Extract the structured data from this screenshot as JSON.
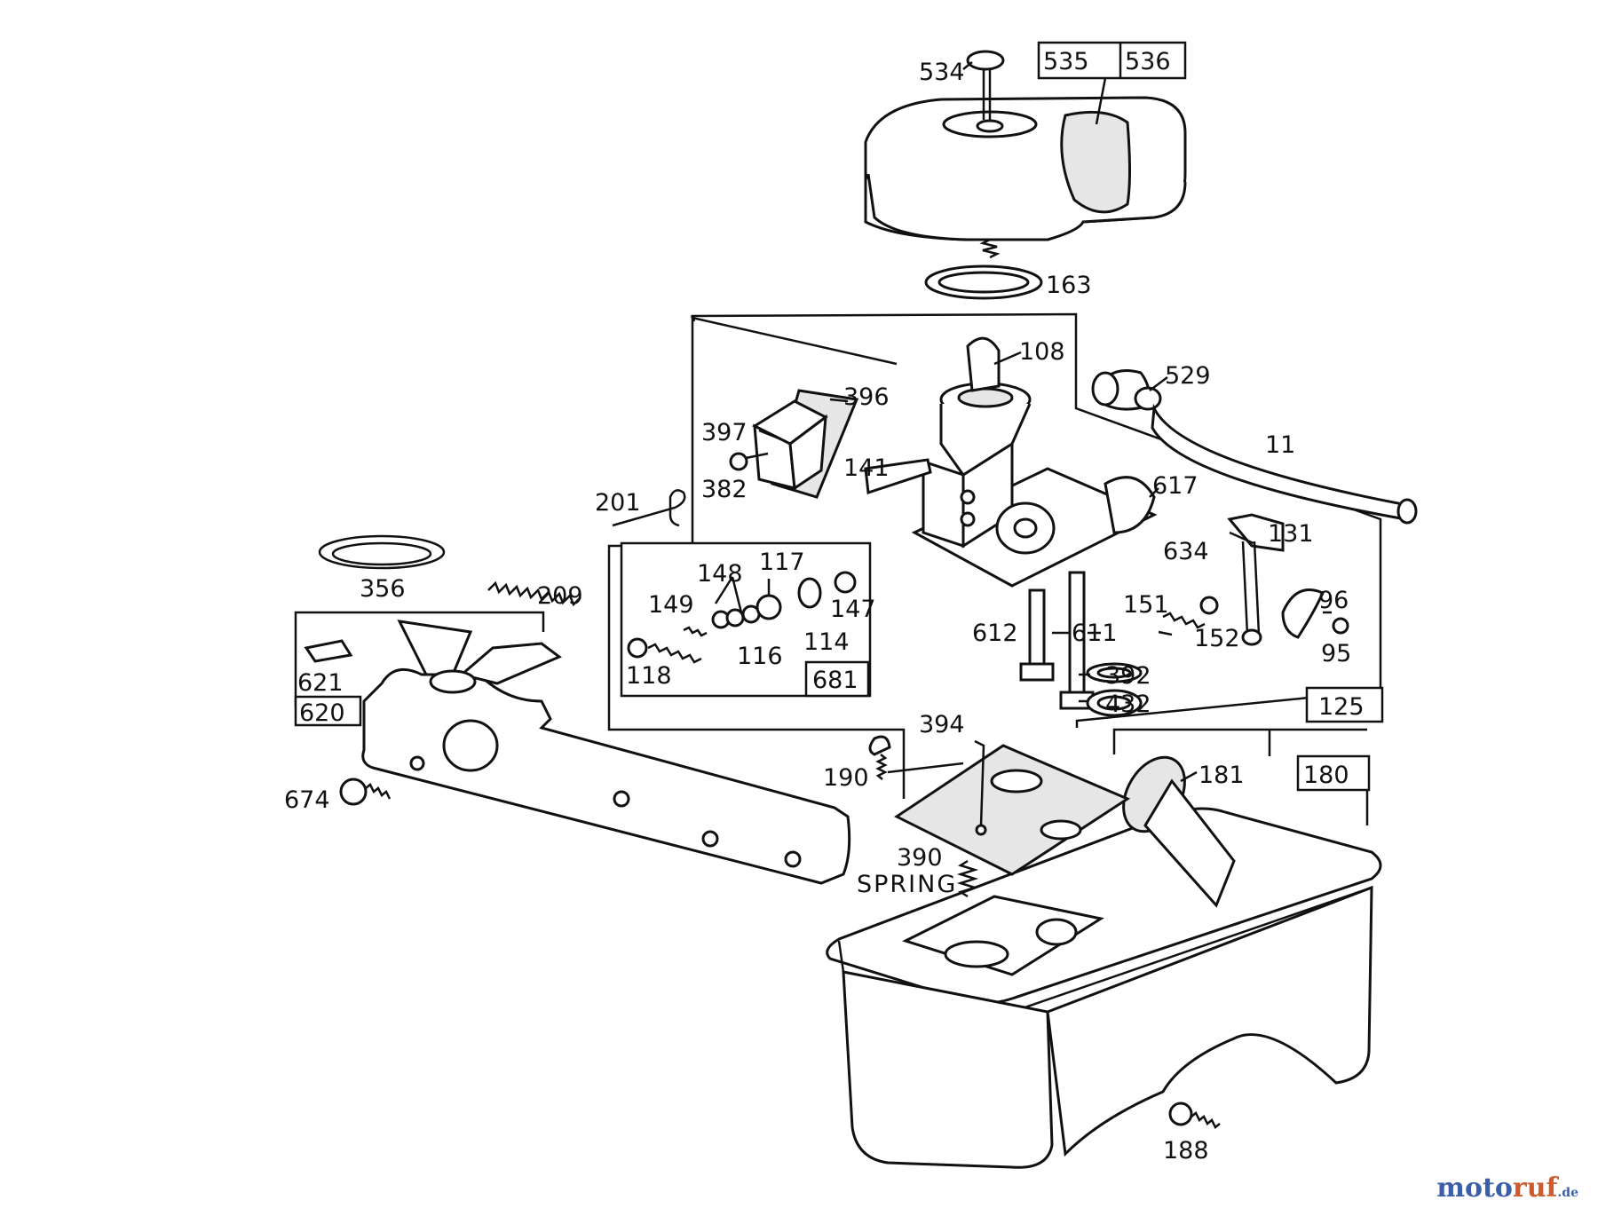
{
  "labels": {
    "l534": "534",
    "l535": "535",
    "l536": "536",
    "l163": "163",
    "l108": "108",
    "l529": "529",
    "l396": "396",
    "l397": "397",
    "l382": "382",
    "l141": "141",
    "l11": "11",
    "l201": "201",
    "l617": "617",
    "l131": "131",
    "l634": "634",
    "l117": "117",
    "l148": "148",
    "l149": "149",
    "l147": "147",
    "l114": "114",
    "l116": "116",
    "l118": "118",
    "l681": "681",
    "l356": "356",
    "l209": "209",
    "l151": "151",
    "l96": "96",
    "l612": "612",
    "l611": "611",
    "l152": "152",
    "l95": "95",
    "l621": "621",
    "l620": "620",
    "l392": "392",
    "l432": "432",
    "l125": "125",
    "l394": "394",
    "l674": "674",
    "l190": "190",
    "l181": "181",
    "l180": "180",
    "l390": "390",
    "spring": "SPRING",
    "l188": "188"
  },
  "watermark": {
    "part1": "moto",
    "part2": "ruf",
    "part3": ".de"
  }
}
